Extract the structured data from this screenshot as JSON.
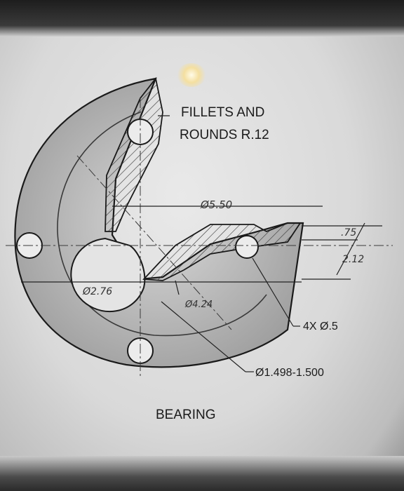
{
  "notes": {
    "fillets_line1": "FILLETS AND",
    "fillets_line2": "ROUNDS R.12"
  },
  "title": "BEARING",
  "dimensions": {
    "d_550": "Ø5.50",
    "d_276": "Ø2.76",
    "d_424": "Ø4.24",
    "holes": "4X Ø.5",
    "bore": "Ø1.498-1.500",
    "d_75": ".75",
    "d_212": "2.12"
  }
}
